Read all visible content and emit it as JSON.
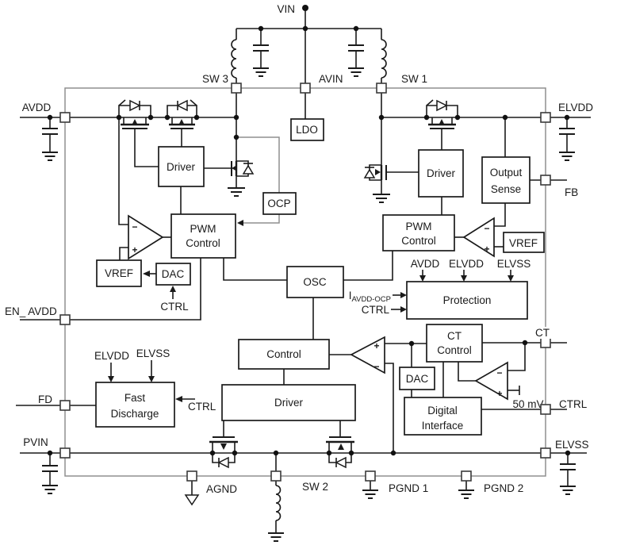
{
  "pins": {
    "vin": "VIN",
    "sw3": "SW 3",
    "avin": "AVIN",
    "sw1": "SW 1",
    "avdd": "AVDD",
    "elvdd": "ELVDD",
    "fb": "FB",
    "en_avdd": "EN_ AVDD",
    "ct": "CT",
    "fd": "FD",
    "ctrl": "CTRL",
    "pvin": "PVIN",
    "elvss": "ELVSS",
    "agnd": "AGND",
    "sw2": "SW 2",
    "pgnd1": "PGND 1",
    "pgnd2": "PGND 2"
  },
  "blocks": {
    "ldo": "LDO",
    "driver": "Driver",
    "ocp": "OCP",
    "pwm": "PWM",
    "control": "Control",
    "vref": "VREF",
    "dac": "DAC",
    "osc": "OSC",
    "output1": "Output",
    "output2": "Sense",
    "protection": "Protection",
    "fast1": "Fast",
    "fast2": "Discharge",
    "ct1": "CT",
    "digital1": "Digital",
    "digital2": "Interface"
  },
  "signals": {
    "ctrl": "CTRL",
    "avdd": "AVDD",
    "elvdd": "ELVDD",
    "elvss": "ELVSS",
    "i_main": "I",
    "i_sub": "AVDD-OCP",
    "ref50": "50 mV",
    "plus": "+",
    "minus": "−"
  }
}
